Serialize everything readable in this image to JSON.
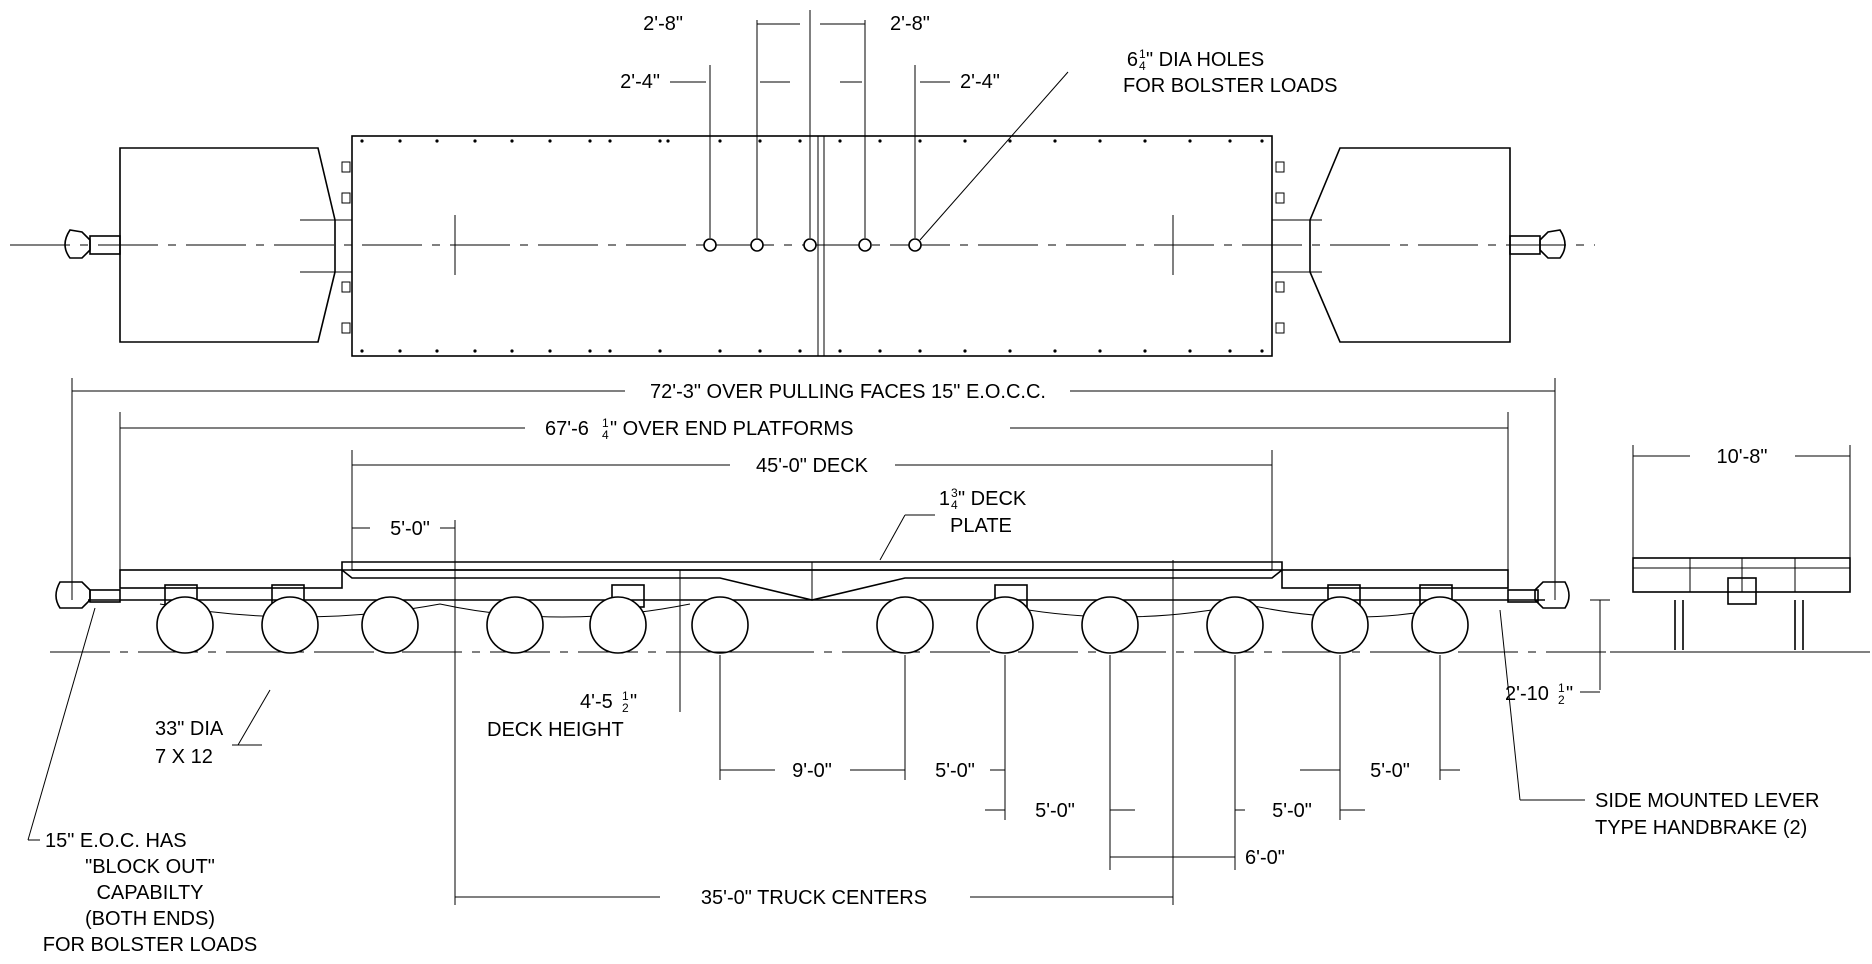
{
  "top_dims": {
    "left_inner": "2'-8\"",
    "right_inner": "2'-8\"",
    "left_outer": "2'-4\"",
    "right_outer": "2'-4\""
  },
  "holes_note": {
    "size": "6",
    "frac_num": "1",
    "frac_den": "4",
    "line1_tail": "\" DIA HOLES",
    "line2": "FOR BOLSTER LOADS"
  },
  "overall_dims": {
    "pulling_faces": "72'-3\" OVER PULLING FACES 15\" E.O.C.C.",
    "end_platforms_a": "67'-6",
    "end_platforms_num": "1",
    "end_platforms_den": "4",
    "end_platforms_b": "\" OVER END PLATFORMS",
    "deck": "45'-0\" DECK",
    "end_width": "10'-8\"",
    "deck_offset": "5'-0\""
  },
  "deck_plate": {
    "size": "1",
    "num": "3",
    "den": "4",
    "line1_tail": "\" DECK",
    "line2": "PLATE"
  },
  "wheels_note": {
    "line1": "33\" DIA",
    "line2": "7 X 12"
  },
  "deck_height": {
    "value": "4'-5",
    "num": "1",
    "den": "2",
    "tail": "\"",
    "label": "DECK HEIGHT"
  },
  "coupler_height": {
    "value": "2'-10",
    "num": "1",
    "den": "2",
    "tail": "\""
  },
  "spacing_dims": {
    "d1": "9'-0\"",
    "d2": "5'-0\"",
    "d3": "5'-0\"",
    "d4": "5'-0\"",
    "d5": "5'-0\"",
    "d6": "6'-0\""
  },
  "truck_centers": "35'-0\" TRUCK CENTERS",
  "eoc_note": {
    "l1": "15\" E.O.C. HAS",
    "l2": "\"BLOCK OUT\"",
    "l3": "CAPABILTY",
    "l4": "(BOTH ENDS)",
    "l5": "FOR BOLSTER LOADS"
  },
  "handbrake_note": {
    "l1": "SIDE MOUNTED LEVER",
    "l2": "TYPE HANDBRAKE (2)"
  }
}
